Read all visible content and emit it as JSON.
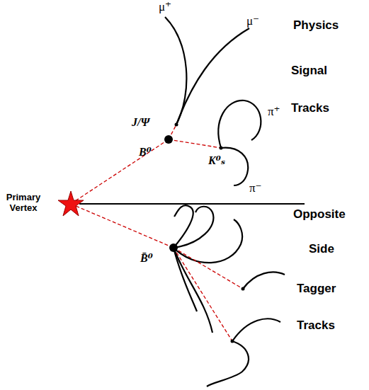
{
  "diagram": {
    "labels": [
      "μ⁺",
      "μ⁻",
      "Physics",
      "Signal",
      "Tracks",
      "J/Ψ",
      "B⁰",
      "π⁺",
      "K⁰ₛ",
      "π⁻",
      "Primary Vertex",
      "Opposite",
      "Side",
      "Tagger",
      "Tracks",
      "B̄⁰"
    ]
  }
}
